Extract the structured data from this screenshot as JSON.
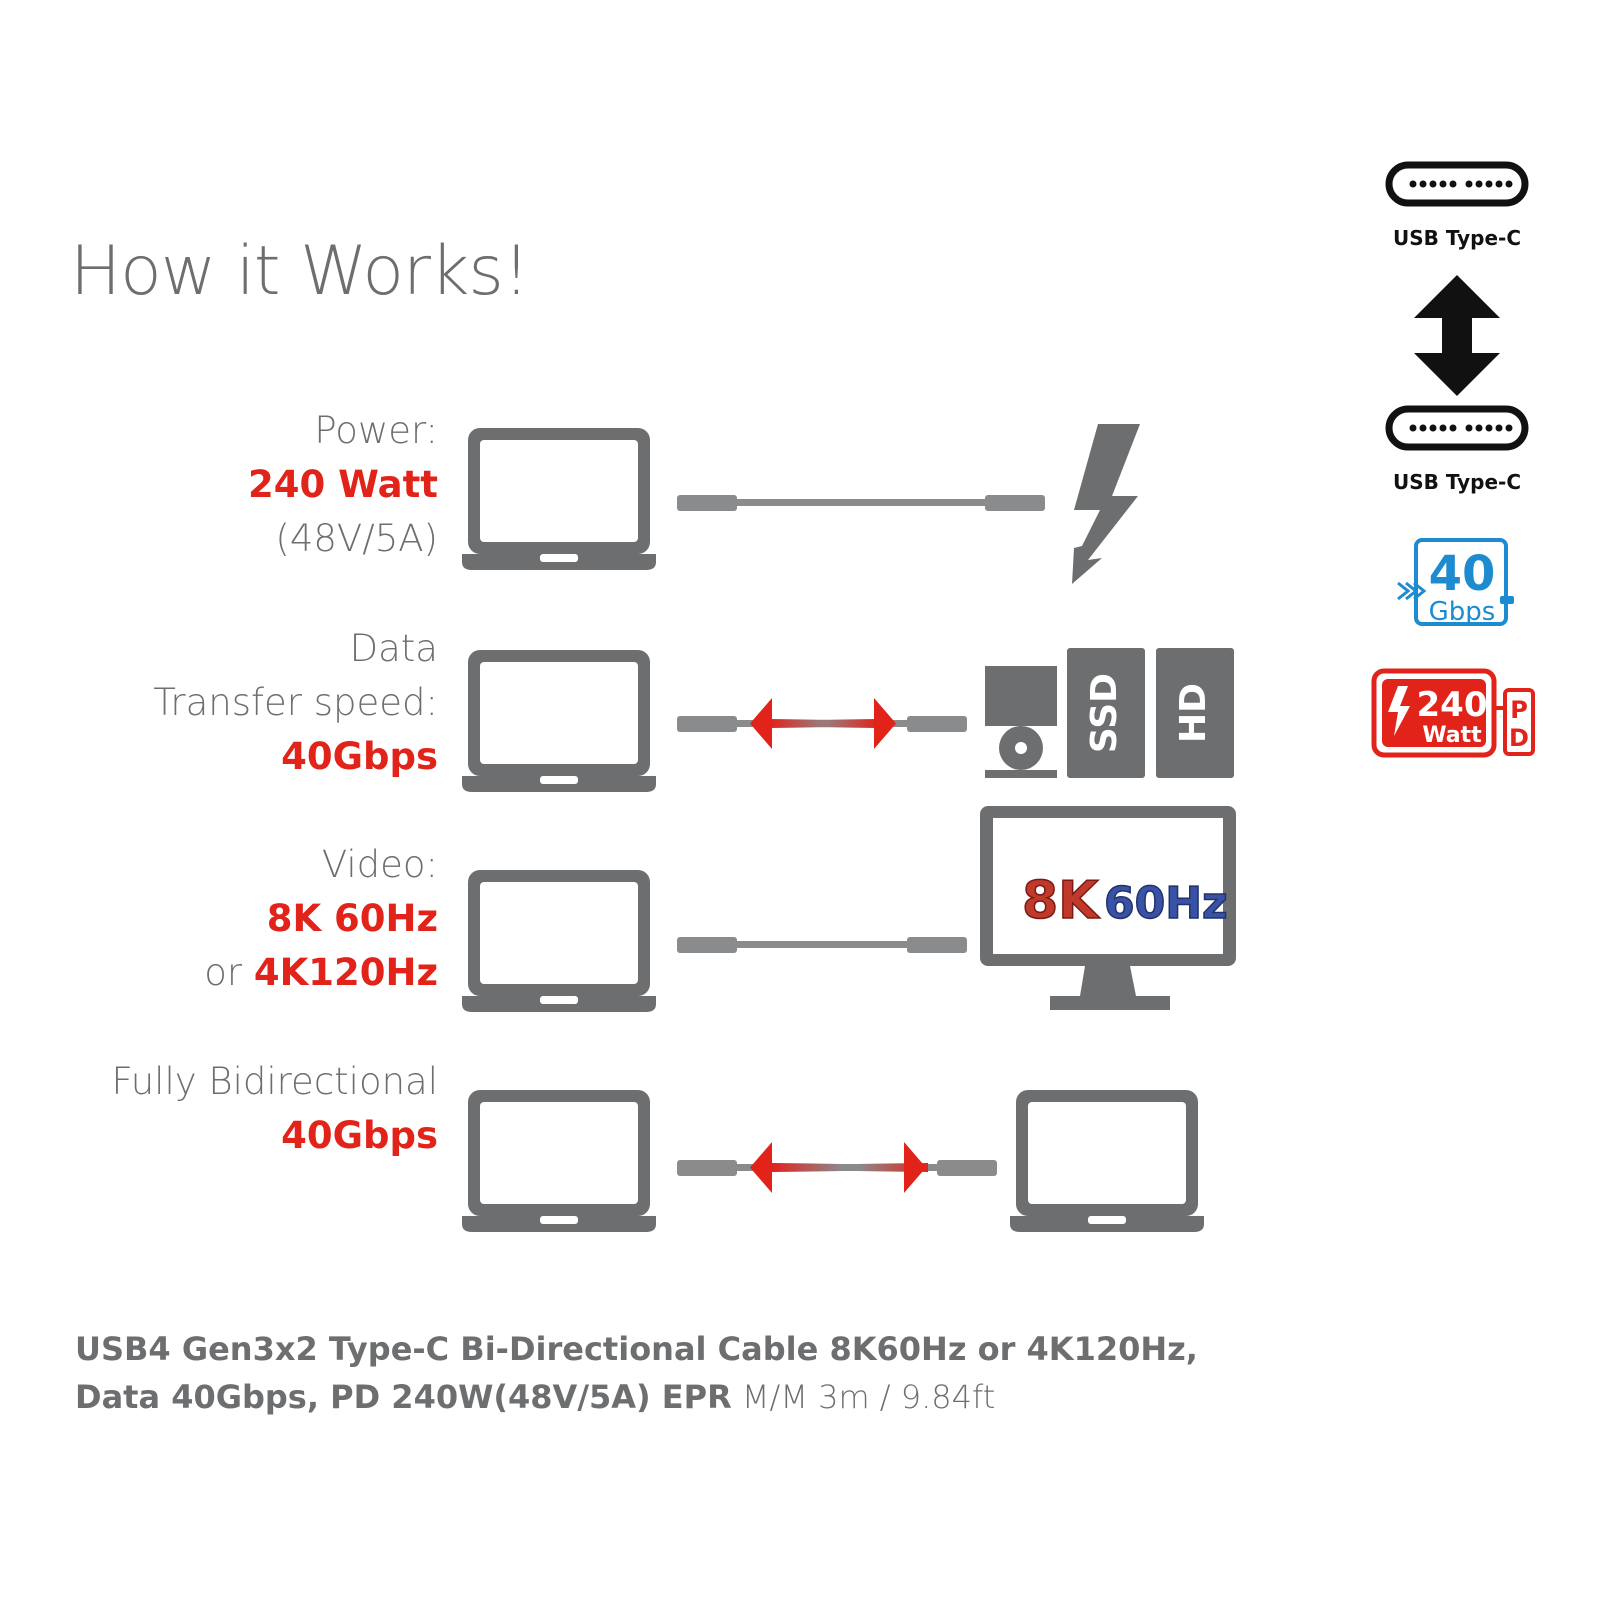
{
  "title": "How it Works!",
  "rows": [
    {
      "lines": [
        {
          "text": "Power:",
          "style": "light"
        },
        {
          "text": "240 Watt",
          "style": "red"
        },
        {
          "text": "(48V/5A)",
          "style": "light"
        }
      ]
    },
    {
      "lines": [
        {
          "text": "Data ",
          "style": "light"
        },
        {
          "text": "Transfer speed:",
          "style": "light"
        },
        {
          "text": "40Gbps",
          "style": "red"
        }
      ]
    },
    {
      "lines": [
        {
          "text": "Video:",
          "style": "light"
        },
        {
          "text": "8K 60Hz",
          "style": "red"
        }
      ],
      "mixed": {
        "prefix": "or ",
        "red": "4K120Hz"
      }
    },
    {
      "lines": [
        {
          "text": "Fully Bidirectional",
          "style": "light"
        },
        {
          "text": "40Gbps",
          "style": "red"
        }
      ]
    }
  ],
  "storage": {
    "ssd": "SSD",
    "hd": "HD"
  },
  "monitor": {
    "res": "8K",
    "rate": "60Hz"
  },
  "sidebar": {
    "usb_top": "USB Type-C",
    "usb_bottom": "USB Type-C",
    "badge_speed_num": "40",
    "badge_speed_unit": "Gbps",
    "badge_power_num": "240",
    "badge_power_unit": "Watt",
    "badge_pd_p": "P",
    "badge_pd_d": "D"
  },
  "footer": {
    "line1": "USB4 Gen3x2 Type-C Bi-Directional Cable 8K60Hz or 4K120Hz,",
    "line2_bold": "Data 40Gbps, PD 240W(48V/5A) EPR",
    "line2_light": " M/M 3m / 9.84ft"
  },
  "colors": {
    "gray": "#6d6e70",
    "red": "#e2231a",
    "blue": "#1e8bd1",
    "black": "#111111"
  }
}
